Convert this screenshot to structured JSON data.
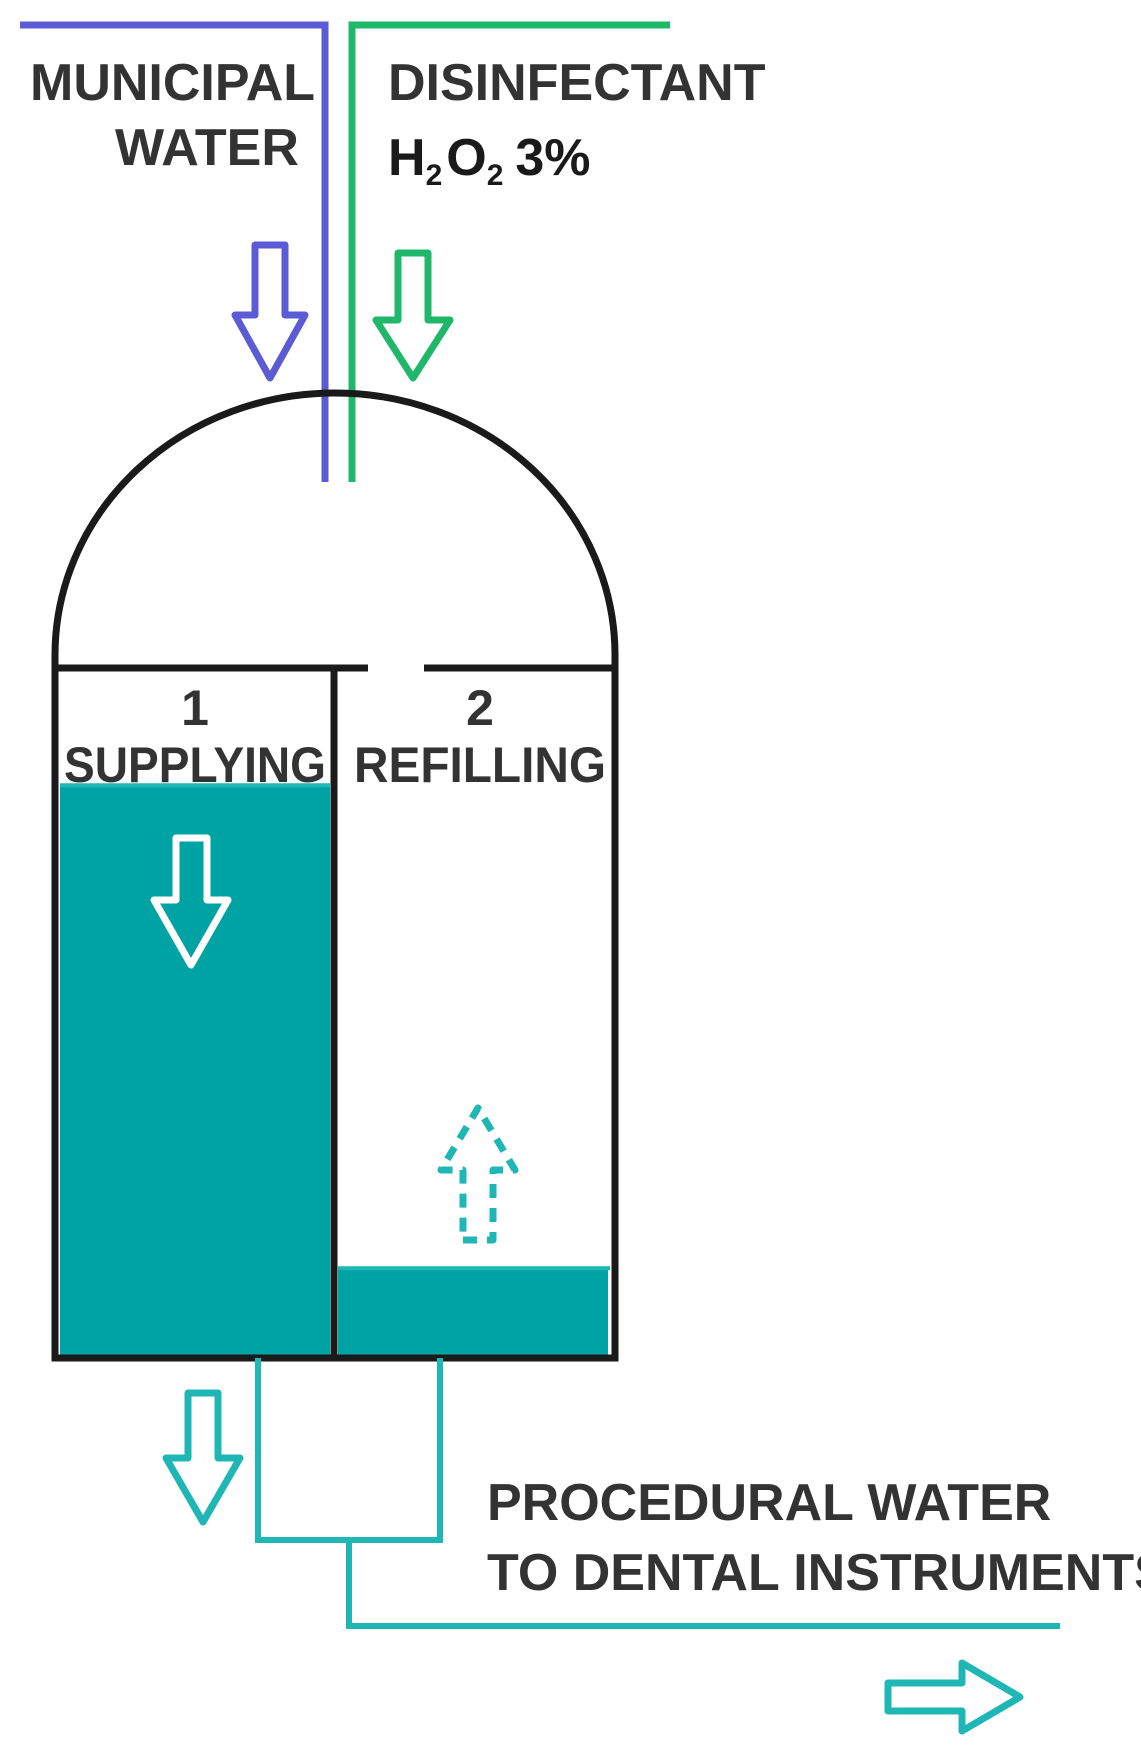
{
  "colors": {
    "municipal_line": "#5b5bd6",
    "disinfectant_line": "#1fb86a",
    "water_fill": "#00a3a3",
    "outlet_line": "#1fb6b6",
    "tank_outline": "#1a1a1a",
    "label_text": "#333333"
  },
  "inputs": {
    "municipal": {
      "line1": "MUNICIPAL",
      "line2": "WATER"
    },
    "disinfectant": {
      "line1": "DISINFECTANT",
      "formula_h": "H",
      "formula_h_sub": "2",
      "formula_o": "O",
      "formula_o_sub": "2",
      "formula_pct": "3%"
    }
  },
  "chambers": [
    {
      "number": "1",
      "label": "SUPPLYING",
      "fill_level": 0.83
    },
    {
      "number": "2",
      "label": "REFILLING",
      "fill_level": 0.13
    }
  ],
  "output": {
    "line1": "PROCEDURAL WATER",
    "line2": "TO DENTAL INSTRUMENTS"
  },
  "icons": {
    "municipal_arrow": "down-arrow-icon",
    "disinfectant_arrow": "down-arrow-icon",
    "supply_arrow": "down-arrow-icon",
    "refill_arrow": "dashed-up-arrow-icon",
    "drain_arrow": "down-arrow-icon",
    "outlet_arrow": "right-arrow-icon"
  }
}
